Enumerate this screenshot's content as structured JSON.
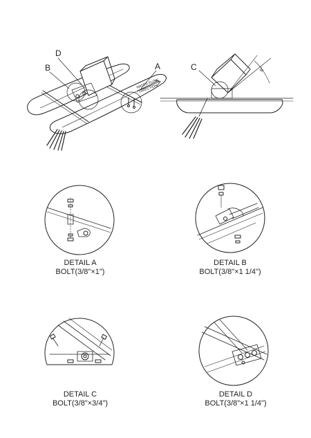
{
  "callouts": {
    "a": "A",
    "b": "B",
    "c": "C",
    "d": "D"
  },
  "flow_label_1": "WATER FLOW",
  "flow_label_2": "DIRECTION",
  "angle_label": "6°",
  "details": [
    {
      "title": "DETAIL A",
      "bolt": "BOLT(3/8\"×1\")"
    },
    {
      "title": "DETAIL B",
      "bolt": "BOLT(3/8\"×1 1/4\")"
    },
    {
      "title": "DETAIL C",
      "bolt": "BOLT(3/8\"×3/4\")"
    },
    {
      "title": "DETAIL D",
      "bolt": "BOLT(3/8\"×1 1/4\")"
    }
  ]
}
